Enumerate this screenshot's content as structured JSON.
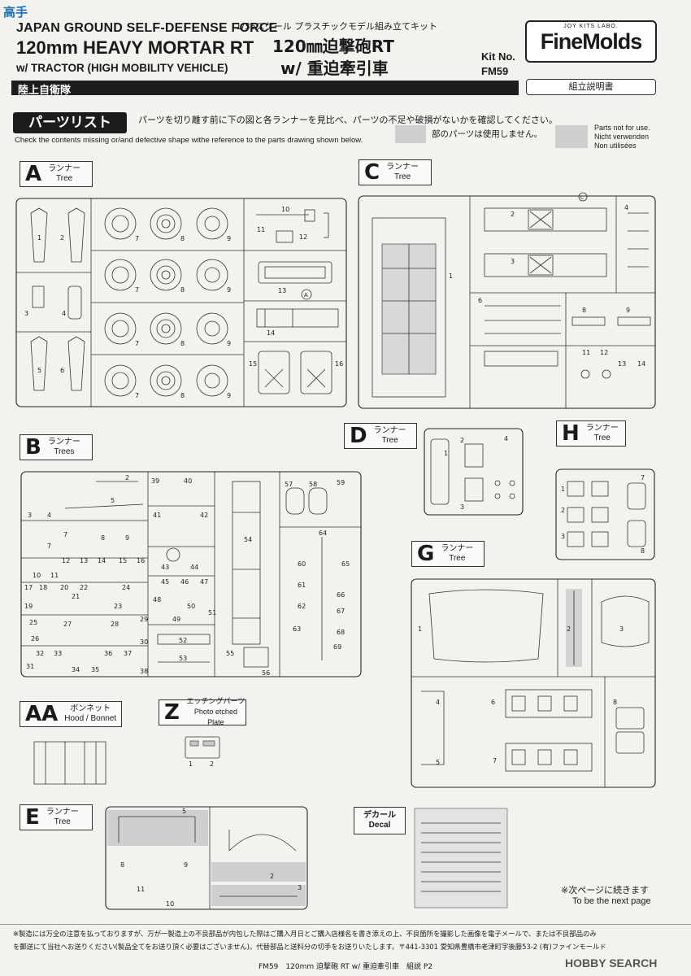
{
  "watermark_top": "高手",
  "header": {
    "en_line1": "JAPAN GROUND SELF-DEFENSE FORCE",
    "en_line2": "120mm HEAVY MORTAR RT",
    "en_line3": "w/ TRACTOR (HIGH MOBILITY VEHICLE)",
    "jp_force": "陸上自衛隊",
    "scale_line": "1/35スケール プラスチックモデル組み立てキット",
    "jp_title1": "120㎜迫撃砲RT",
    "jp_title2": "w/ 重迫牽引車",
    "kit_label": "Kit No.",
    "kit_no": "FM59",
    "brand_small": "JOY KITS LABO.",
    "brand": "FineMolds",
    "manual": "組立説明書"
  },
  "parts_list": {
    "title": "パーツリスト",
    "jp_instruction": "パーツを切り離す前に下の図と各ランナーを見比べ、パーツの不足や破損がないかを確認してください。",
    "en_instruction": "Check the contents missing or/and defective shape withe reference to the parts drawing shown below.",
    "unused_jp": "部のパーツは使用しません。",
    "unused_en1": "Parts not for use.",
    "unused_en2": "Nicht verwenden",
    "unused_en3": "Non utilisées"
  },
  "runners": {
    "A": {
      "letter": "A",
      "jp": "ランナー",
      "en": "Tree"
    },
    "B": {
      "letter": "B",
      "jp": "ランナー",
      "en": "Trees"
    },
    "C": {
      "letter": "C",
      "jp": "ランナー",
      "en": "Tree"
    },
    "D": {
      "letter": "D",
      "jp": "ランナー",
      "en": "Tree"
    },
    "H": {
      "letter": "H",
      "jp": "ランナー",
      "en": "Tree"
    },
    "G": {
      "letter": "G",
      "jp": "ランナー",
      "en": "Tree"
    },
    "AA": {
      "letter": "AA",
      "jp": "ボンネット",
      "en": "Hood / Bonnet"
    },
    "Z": {
      "letter": "Z",
      "jp": "エッチングパーツ",
      "en": "Photo etched Plate"
    },
    "E": {
      "letter": "E",
      "jp": "ランナー",
      "en": "Tree"
    },
    "decal": {
      "jp": "デカール",
      "en": "Decal"
    }
  },
  "continue": {
    "jp": "※次ページに続きます",
    "en": "To be the next page"
  },
  "footer": {
    "note_line1": "※製造には万全の注意を払っておりますが、万が一製造上の不良部品が内包した際はご購入月日とご購入店様名を書き添えの上、不良箇所を撮影した画像を電子メールで、または不良部品のみ",
    "note_line2": "を郵送にて当社へお送りください(製品全てをお送り頂く必要はございません)。代替部品と送料分の切手をお送りいたします。〒441-3301 愛知県豊橋市老津町字後藤53-2 (有)ファインモールド",
    "page": "FM59　120mm 迫撃砲 RT w/ 重迫牽引車　組説 P2",
    "watermark": "HOBBY SEARCH"
  }
}
